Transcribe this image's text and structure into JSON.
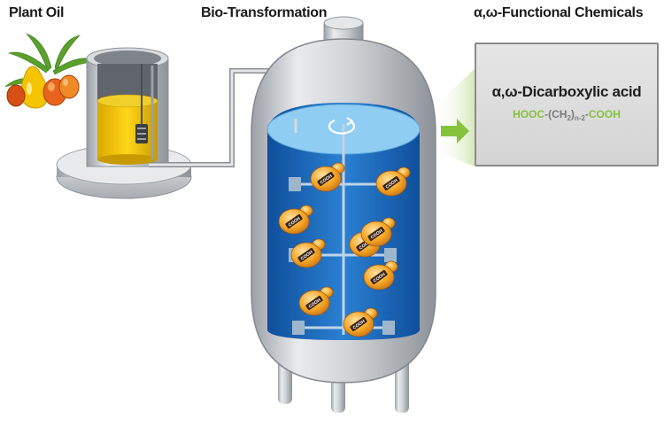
{
  "headings": {
    "plant_oil": "Plant Oil",
    "bio_transformation": "Bio-Transformation",
    "functional_chemicals": "α,ω-Functional Chemicals"
  },
  "product": {
    "name": "α,ω-Dicarboxylic acid",
    "formula": {
      "left": "HOOC",
      "dash1": "-(CH",
      "sub_2": "2",
      "close": ")",
      "sub_n": "n-2",
      "dash2": "-",
      "right": "COOH"
    }
  },
  "cells": {
    "label": "COOH",
    "count": 9
  },
  "colors": {
    "accent_green": "#86c23c",
    "broth_blue": "#1f6fc0",
    "oil_yellow": "#f2c400",
    "steel_gray": "#c9ccd0",
    "cell_orange": "#f5a623"
  },
  "icons": [
    "palm-leaf-icon",
    "oil-drop-icon",
    "palm-fruit-icon",
    "stirrer-rotation-icon",
    "flow-arrow-icon",
    "sensor-probe-icon"
  ]
}
